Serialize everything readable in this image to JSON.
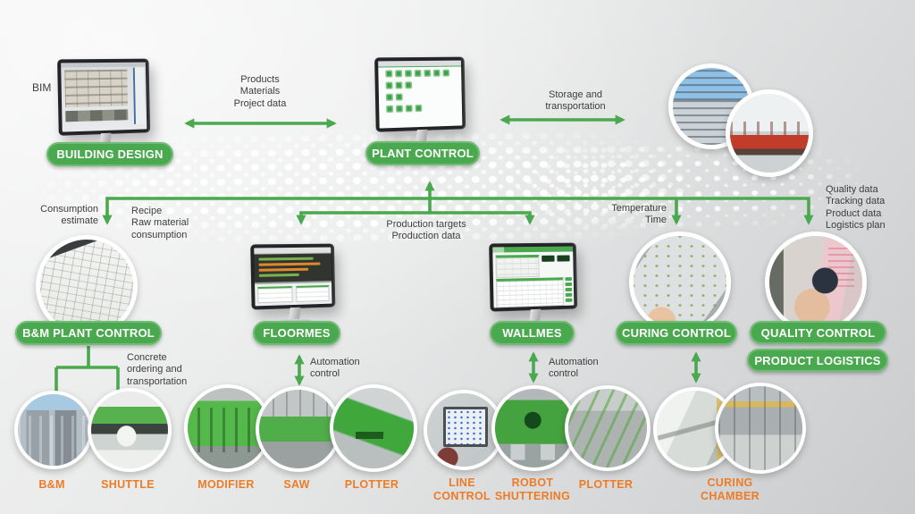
{
  "colors": {
    "green": "#4aa94e",
    "orange": "#ee7c26",
    "text_dark": "#3d3d3d",
    "pill_text": "#ffffff",
    "background": "#e6e7e7",
    "dot": "#ffffff"
  },
  "nodes": {
    "bim_caption": "BIM",
    "building_design": "BUILDING DESIGN",
    "plant_control": "PLANT CONTROL",
    "bm_plant_control": "B&M PLANT CONTROL",
    "floormes": "FLOORMES",
    "wallmes": "WALLMES",
    "curing_control": "CURING CONTROL",
    "quality_control": "QUALITY CONTROL",
    "product_logistics": "PRODUCT LOGISTICS"
  },
  "flows": {
    "products": "Products\nMaterials\nProject data",
    "storage": "Storage and\ntransportation",
    "consumption": "Consumption\nestimate",
    "recipe": "Recipe\nRaw material\nconsumption",
    "production": "Production targets\nProduction data",
    "temperature": "Temperature\nTime",
    "quality": "Quality data\nTracking data\nProduct data\nLogistics plan",
    "concrete": "Concrete\nordering and\ntransportation",
    "automation_floor": "Automation\ncontrol",
    "automation_wall": "Automation\ncontrol"
  },
  "equipment": [
    {
      "label": "B&M"
    },
    {
      "label": "SHUTTLE"
    },
    {
      "label": "MODIFIER"
    },
    {
      "label": "SAW"
    },
    {
      "label": "PLOTTER"
    },
    {
      "label": "LINE\nCONTROL"
    },
    {
      "label": "ROBOT\nSHUTTERING"
    },
    {
      "label": "PLOTTER"
    },
    {
      "label": "CURING\nCHAMBER"
    }
  ]
}
